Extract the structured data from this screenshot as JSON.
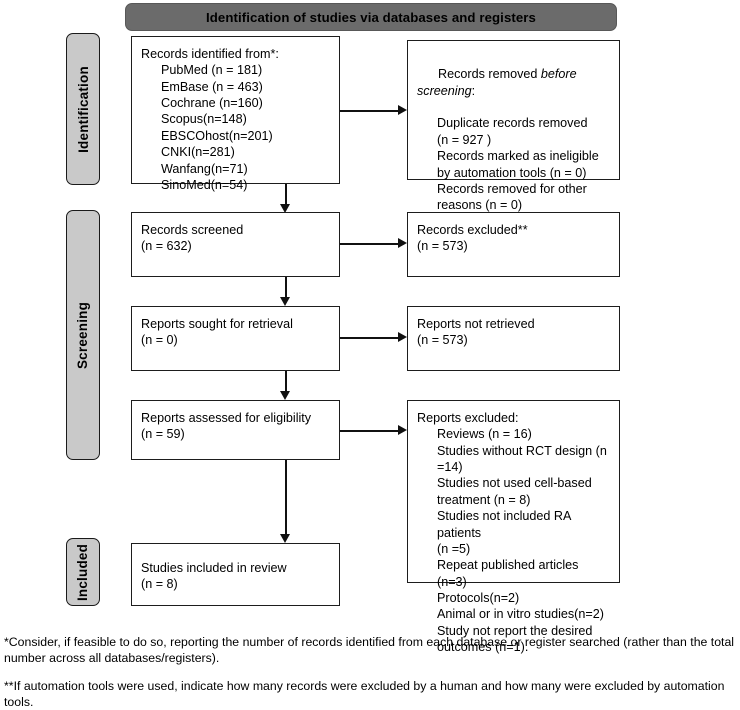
{
  "banner": {
    "title": "Identification of studies via databases and registers"
  },
  "phases": [
    {
      "label": "Identification"
    },
    {
      "label": "Screening"
    },
    {
      "label": "Included"
    }
  ],
  "nodes": {
    "identified": {
      "title": "Records identified from*:",
      "items": [
        "PubMed (n = 181)",
        "EmBase (n = 463)",
        "Cochrane (n=160)",
        "Scopus(n=148)",
        "EBSCOhost(n=201)",
        "CNKI(n=281)",
        "Wanfang(n=71)",
        "SinoMed(n=54)"
      ]
    },
    "removed": {
      "title_part1": "Records removed ",
      "title_italic": "before screening",
      "title_part2": ":",
      "items": [
        "Duplicate records removed",
        "(n = 927 )",
        "Records marked as ineligible",
        "by automation tools (n = 0)",
        "Records removed for other",
        "reasons (n = 0)"
      ]
    },
    "screened": {
      "line1": "Records screened",
      "line2": "(n = 632)"
    },
    "excluded_records": {
      "line1": "Records excluded**",
      "line2": "(n = 573)"
    },
    "sought": {
      "line1": "Reports sought for retrieval",
      "line2": "(n = 0)"
    },
    "not_retrieved": {
      "line1": "Reports not retrieved",
      "line2": "(n = 573)"
    },
    "assessed": {
      "line1": "Reports assessed for eligibility",
      "line2": "(n = 59)"
    },
    "reports_excluded": {
      "title": "Reports excluded:",
      "items": [
        "Reviews (n = 16)",
        "Studies without RCT design (n",
        "=14)",
        "Studies not used cell-based",
        "treatment (n = 8)",
        "Studies not included RA patients",
        "(n =5)",
        "Repeat published articles (n=3)",
        "Protocols(n=2)",
        "Animal or in vitro studies(n=2)",
        "Study not report the desired",
        "outcomes (n=1)."
      ]
    },
    "included": {
      "line1": "Studies included in review",
      "line2": "(n = 8)"
    }
  },
  "footnotes": [
    "*Consider, if feasible to do so, reporting the number of records identified from each database or register searched (rather than the total number across all databases/registers).",
    "**If automation tools were used, indicate how many records were excluded by a human and how many were excluded by automation tools."
  ],
  "colors": {
    "banner_fill": "#6b6b6b",
    "phase_fill": "#c9c9c9",
    "node_border": "#1d1d1d",
    "connector": "#111111"
  }
}
